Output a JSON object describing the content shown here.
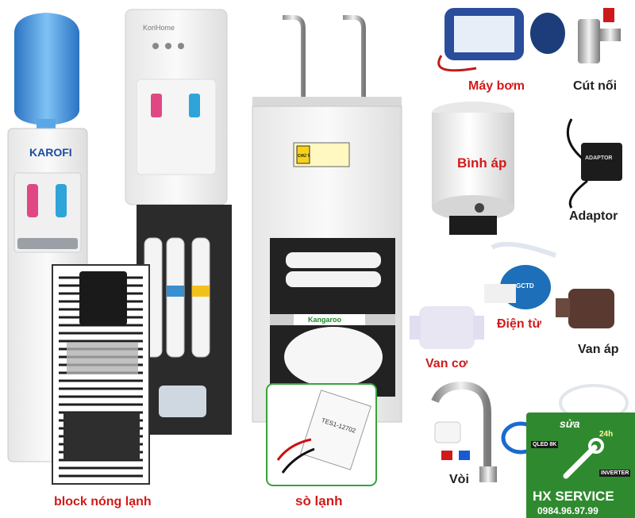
{
  "brand_water_dispenser": "KAROFI",
  "brand_ro_dispenser": "KoriHome",
  "brand_filter": "Kangaroo",
  "warning_label": "CHÚ Ý",
  "labels": {
    "may_bom": "Máy bơm",
    "cut_noi": "Cút nối",
    "binh_ap": "Bình áp",
    "adaptor": "Adaptor",
    "dien_tu": "Điện từ",
    "van_co": "Van cơ",
    "van_ap": "Van áp",
    "voi": "Vòi",
    "block": "block nóng lạnh",
    "so_lanh": "sò lạnh"
  },
  "chip_marking": "TES1-12702",
  "adaptor_marking": "ADAPTOR",
  "valve_marking": "GCTD",
  "service": {
    "sua": "sửa",
    "h24": "24h",
    "qled": "QLED 8K",
    "inverter": "INVERTER",
    "name": "HX SERVICE",
    "phone": "0984.96.97.99"
  },
  "colors": {
    "label_red": "#d21a1a",
    "label_dark": "#1f1f1f",
    "service_green": "#2f8a2f",
    "bottle_blue": "#3f8fd8"
  }
}
